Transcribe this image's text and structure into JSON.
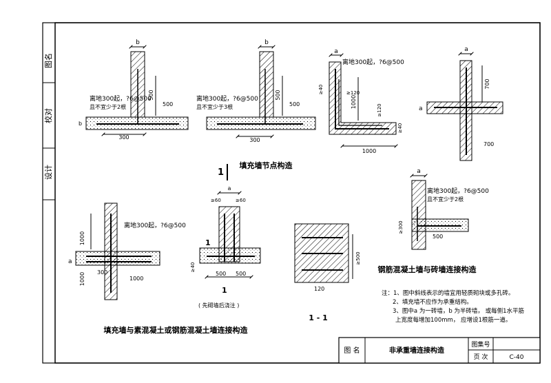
{
  "side_labels": {
    "drawing_name": "图名",
    "check": "校对",
    "design": "设计"
  },
  "details": {
    "d1": {
      "dim_top": "b",
      "callout": "离地300起，?6@500",
      "callout2": "且不宜少于2根",
      "dim_500": "500",
      "dim_500b": "500",
      "dim_300": "300",
      "dim_b": "b"
    },
    "d2": {
      "dim_top": "b",
      "callout": "离地300起，?6@500",
      "callout2": "且不宜少于3根",
      "dim_500": "500",
      "dim_500b": "500",
      "dim_300": "300"
    },
    "d3": {
      "dim_top": "a",
      "callout": "离地300起，?6@500",
      "dim_40": "≥40",
      "dim_120a": "≥120",
      "dim_1000v": "1000",
      "dim_120b": "≥120",
      "dim_40b": "≥40",
      "dim_1000h": "1000"
    },
    "d4": {
      "dim_top": "a",
      "dim_700a": "700",
      "dim_a": "a",
      "dim_700b": "700"
    },
    "d5": {
      "dim_a": "a",
      "dim_1000a": "1000",
      "callout": "离地300起，?6@500",
      "dim_1000b": "1000",
      "dim_300": "300",
      "dim_1000c": "1000"
    },
    "d6": {
      "dim_a": "a",
      "dim_60a": "≥60",
      "dim_60b": "≥60",
      "dim_40": "≥40",
      "dim_500a": "500",
      "dim_500b": "500",
      "section_num": "1",
      "section_num_top": "1",
      "note": "( 先砌墙后浇注 )"
    },
    "d7": {
      "dim_500": "≥500",
      "dim_120": "120",
      "section_label": "1 - 1"
    },
    "d8": {
      "dim_a": "a",
      "callout": "离地300起，?6@500",
      "callout2": "且不宜少于2根",
      "dim_300": "≥300",
      "dim_500": "500"
    }
  },
  "titles": {
    "infill_node": "填充墙节点构造",
    "infill_concrete": "填充墙与素混凝土或钢筋混凝土墙连接构造",
    "rc_masonry": "钢筋混凝土墙与砖墙连接构造"
  },
  "notes": {
    "line1": "注：1、图中斜线表示的墙宜用轻质砌块或多孔砖。",
    "line2": "2、填充墙不应作为承重结构。",
    "line3": "3、图中a 为一砖墙，b 为半砖墙，   或每侧1水平筋",
    "line4": "上宽度每增加100mm，   应增设1根筋一道。"
  },
  "title_block": {
    "name_label": "图 名",
    "name_value": "非承重墙连接构造",
    "atlas_label": "图集号",
    "page_label": "页 次",
    "page_value": "C-40"
  }
}
